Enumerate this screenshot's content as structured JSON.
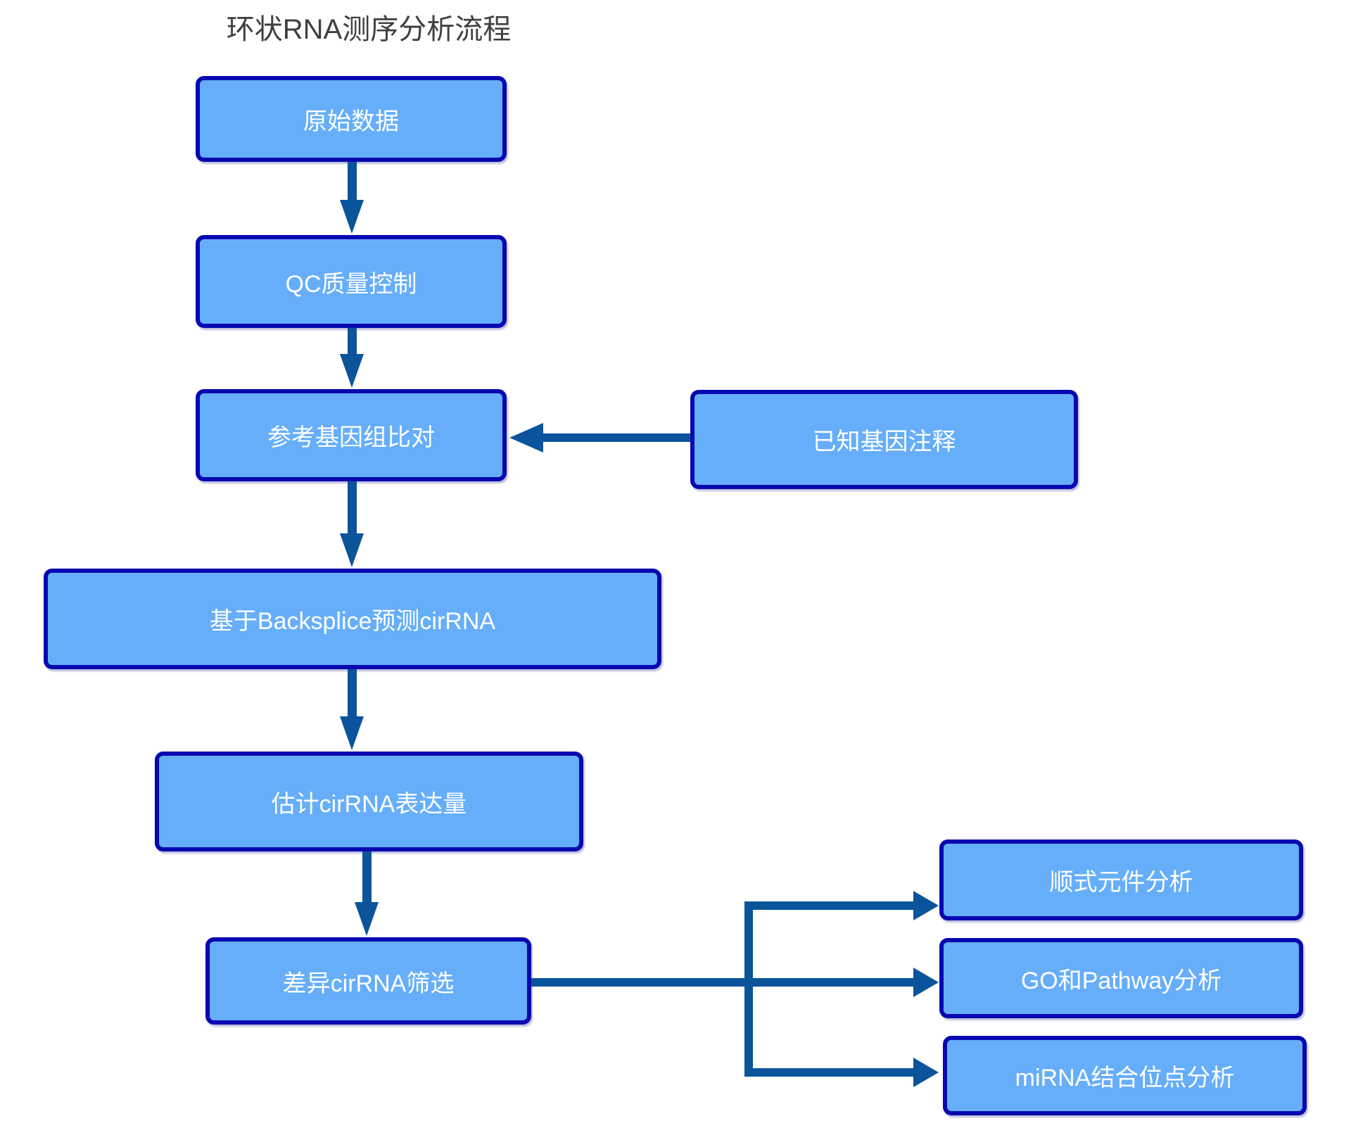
{
  "title": "环状RNA测序分析流程",
  "flow": {
    "raw_data": {
      "label": "原始数据"
    },
    "qc": {
      "label": "QC质量控制"
    },
    "align": {
      "label": "参考基因组比对"
    },
    "annotation": {
      "label": "已知基因注释"
    },
    "backsplice": {
      "label": "基于Backsplice预测cirRNA"
    },
    "expression": {
      "label": "估计cirRNA表达量"
    },
    "diff": {
      "label": "差异cirRNA筛选"
    },
    "cis": {
      "label": "顺式元件分析"
    },
    "go_pathway": {
      "label": "GO和Pathway分析"
    },
    "mirna": {
      "label": "miRNA结合位点分析"
    }
  },
  "edges": [
    {
      "from": "原始数据",
      "to": "QC质量控制"
    },
    {
      "from": "QC质量控制",
      "to": "参考基因组比对"
    },
    {
      "from": "已知基因注释",
      "to": "参考基因组比对"
    },
    {
      "from": "参考基因组比对",
      "to": "基于Backsplice预测cirRNA"
    },
    {
      "from": "基于Backsplice预测cirRNA",
      "to": "估计cirRNA表达量"
    },
    {
      "from": "估计cirRNA表达量",
      "to": "差异cirRNA筛选"
    },
    {
      "from": "差异cirRNA筛选",
      "to": "顺式元件分析"
    },
    {
      "from": "差异cirRNA筛选",
      "to": "GO和Pathway分析"
    },
    {
      "from": "差异cirRNA筛选",
      "to": "miRNA结合位点分析"
    }
  ],
  "colors": {
    "box_fill": "#66aefa",
    "box_border": "#0808b0",
    "arrow": "#0b549c",
    "title_text": "#3f3f3f",
    "box_text": "#ffffff"
  }
}
